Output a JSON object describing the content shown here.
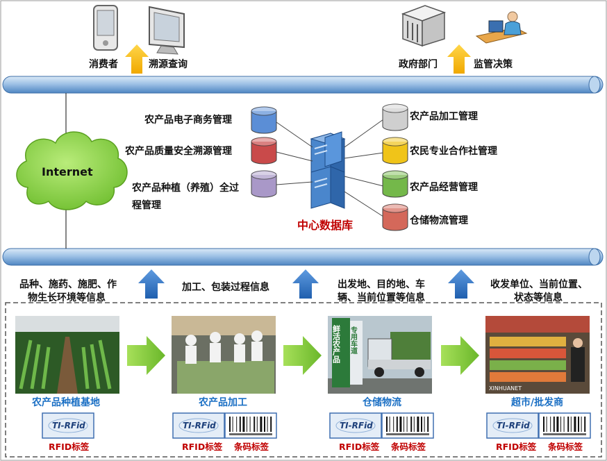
{
  "top": {
    "left_labels": [
      "消费者",
      "溯源查询"
    ],
    "right_labels": [
      "政府部门",
      "监管决策"
    ]
  },
  "network": {
    "label": "Internet"
  },
  "center": {
    "label": "中心数据库"
  },
  "left_modules": [
    {
      "label": "农产品电子商务管理",
      "color": "#5b8ed6"
    },
    {
      "label": "农产品质量安全溯源管理",
      "color": "#c94a4a"
    },
    {
      "label_line1": "农产品种植（养殖）全过",
      "label_line2": "程管理",
      "color": "#a998c8"
    }
  ],
  "right_modules": [
    {
      "label": "农产品加工管理",
      "color": "#cfcfcf"
    },
    {
      "label": "农民专业合作社管理",
      "color": "#f0c419"
    },
    {
      "label": "农产品经营管理",
      "color": "#74b84a"
    },
    {
      "label": "仓储物流管理",
      "color": "#d4685a"
    }
  ],
  "info": [
    {
      "line1": "品种、施药、施肥、作",
      "line2": "物生长环境等信息"
    },
    {
      "line1": "加工、包装过程信息",
      "line2": ""
    },
    {
      "line1": "出发地、目的地、车",
      "line2": "辆、当前位置等信息"
    },
    {
      "line1": "收发单位、当前位置、",
      "line2": "状态等信息"
    }
  ],
  "stages": [
    {
      "label": "农产品种植基地",
      "tags": [
        "RFID标签"
      ]
    },
    {
      "label": "农产品加工",
      "tags": [
        "RFID标签",
        "条码标签"
      ]
    },
    {
      "label": "仓储物流",
      "tags": [
        "RFID标签",
        "条码标签"
      ]
    },
    {
      "label": "超市/批发商",
      "tags": [
        "RFID标签",
        "条码标签"
      ]
    }
  ],
  "rfid_card_text": "TI-RFid",
  "photo_texts": {
    "truck_sign": "鲜活农产品",
    "truck_sign2": "专用车道",
    "watermark": "XINHUANET"
  }
}
